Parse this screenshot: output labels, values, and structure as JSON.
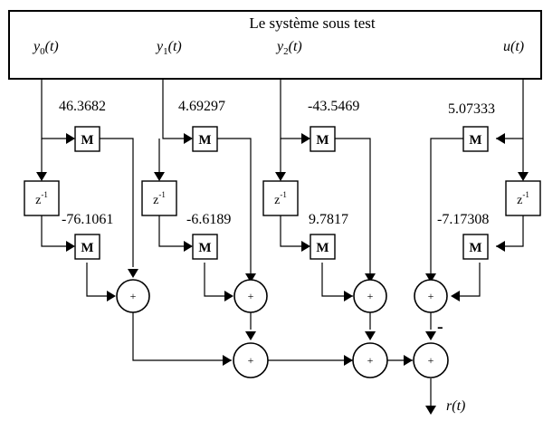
{
  "system": {
    "title": "Le  système sous test"
  },
  "signals": {
    "y0": {
      "base": "y",
      "sub": "0",
      "arg": "(t)"
    },
    "y1": {
      "base": "y",
      "sub": "1",
      "arg": "(t)"
    },
    "y2": {
      "base": "y",
      "sub": "2",
      "arg": "(t)"
    },
    "u": {
      "base": "u",
      "sub": "",
      "arg": "(t)"
    },
    "r": {
      "base": "r",
      "sub": "",
      "arg": "(t)"
    }
  },
  "multiplier_label": "M",
  "delay": {
    "base": "z",
    "sup": "-1"
  },
  "sum_sign": "+",
  "negative_sign": "-",
  "gains": {
    "y0_direct": "46.3682",
    "y0_delayed": "-76.1061",
    "y1_direct": "4.69297",
    "y1_delayed": "-6.6189",
    "y2_direct": "-43.5469",
    "y2_delayed": "9.7817",
    "u_direct": "5.07333",
    "u_delayed": "-7.17308"
  }
}
